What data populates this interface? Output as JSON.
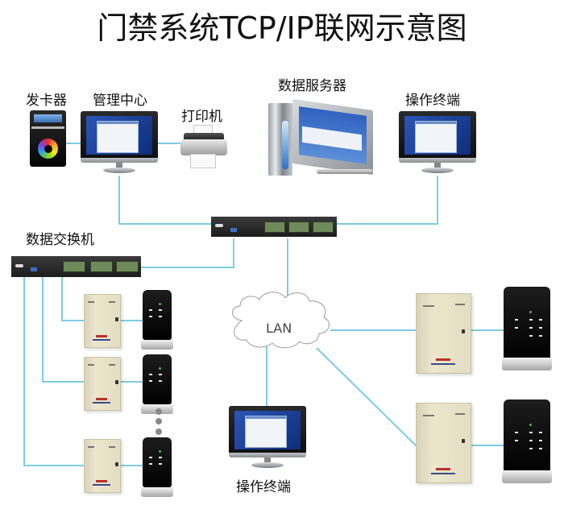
{
  "title": "门禁系统TCP/IP联网示意图",
  "colors": {
    "wire": "#7ccbe3",
    "cloud_stroke": "#9a9a9a"
  },
  "nodes": {
    "card_issuer": {
      "label": "发卡器",
      "icon": "card-issuer-icon"
    },
    "management_center": {
      "label": "管理中心",
      "icon": "monitor-icon"
    },
    "printer": {
      "label": "打印机",
      "icon": "printer-icon"
    },
    "data_server": {
      "label": "数据服务器",
      "icon": "server-icon"
    },
    "operator_terminal_top": {
      "label": "操作终端",
      "icon": "monitor-icon"
    },
    "data_switch": {
      "label": "数据交换机",
      "icon": "switch-icon"
    },
    "lan": {
      "label": "LAN",
      "icon": "cloud-icon"
    },
    "operator_terminal_bottom": {
      "label": "操作终端",
      "icon": "monitor-icon"
    }
  },
  "controllers_left": [
    {
      "icon": "access-controller-icon",
      "reader_icon": "card-reader-icon"
    },
    {
      "icon": "access-controller-icon",
      "reader_icon": "card-reader-icon"
    },
    {
      "icon": "access-controller-icon",
      "reader_icon": "card-reader-icon"
    }
  ],
  "controllers_right": [
    {
      "icon": "access-controller-icon",
      "reader_icon": "card-reader-icon"
    },
    {
      "icon": "access-controller-icon",
      "reader_icon": "card-reader-icon"
    }
  ],
  "ellipsis": "more-devices-dots"
}
